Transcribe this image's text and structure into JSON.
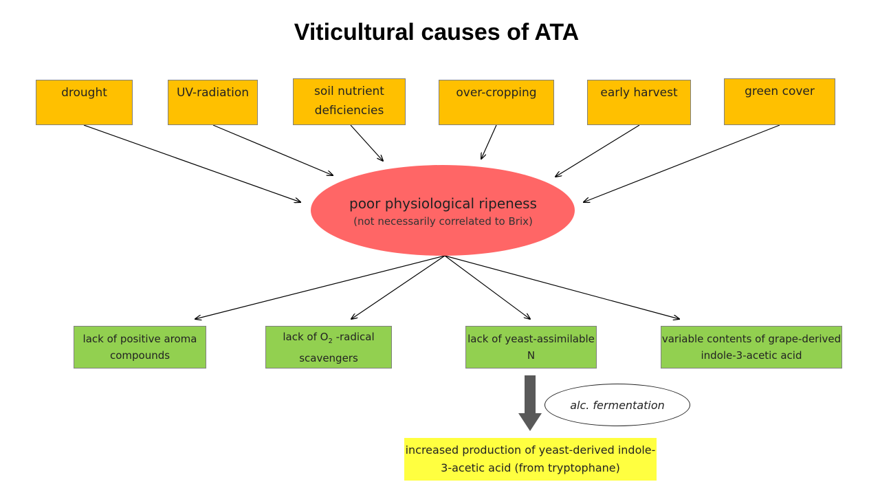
{
  "title": "Viticultural causes of ATA",
  "causes": [
    "drought",
    "UV-radiation",
    "soil nutrient deficiencies",
    "over-cropping",
    "early harvest",
    "green cover"
  ],
  "central": {
    "label": "poor physiological ripeness",
    "sublabel": "(not necessarily correlated to Brix)"
  },
  "effects": {
    "e1": "lack of positive aroma compounds",
    "e2_pre": "lack of O",
    "e2_sub": "2",
    "e2_post": " -radical scavengers",
    "e3": "lack of yeast-assimilable N",
    "e4": "variable contents of grape-derived indole-3-acetic acid"
  },
  "process_label": "alc. fermentation",
  "outcome": "increased production of yeast-derived indole-3-acetic acid (from tryptophane)",
  "colors": {
    "cause_fill": "#ffc000",
    "central_fill": "#ff6666",
    "effect_fill": "#92d050",
    "outcome_fill": "#ffff40",
    "thick_arrow": "#595959"
  }
}
